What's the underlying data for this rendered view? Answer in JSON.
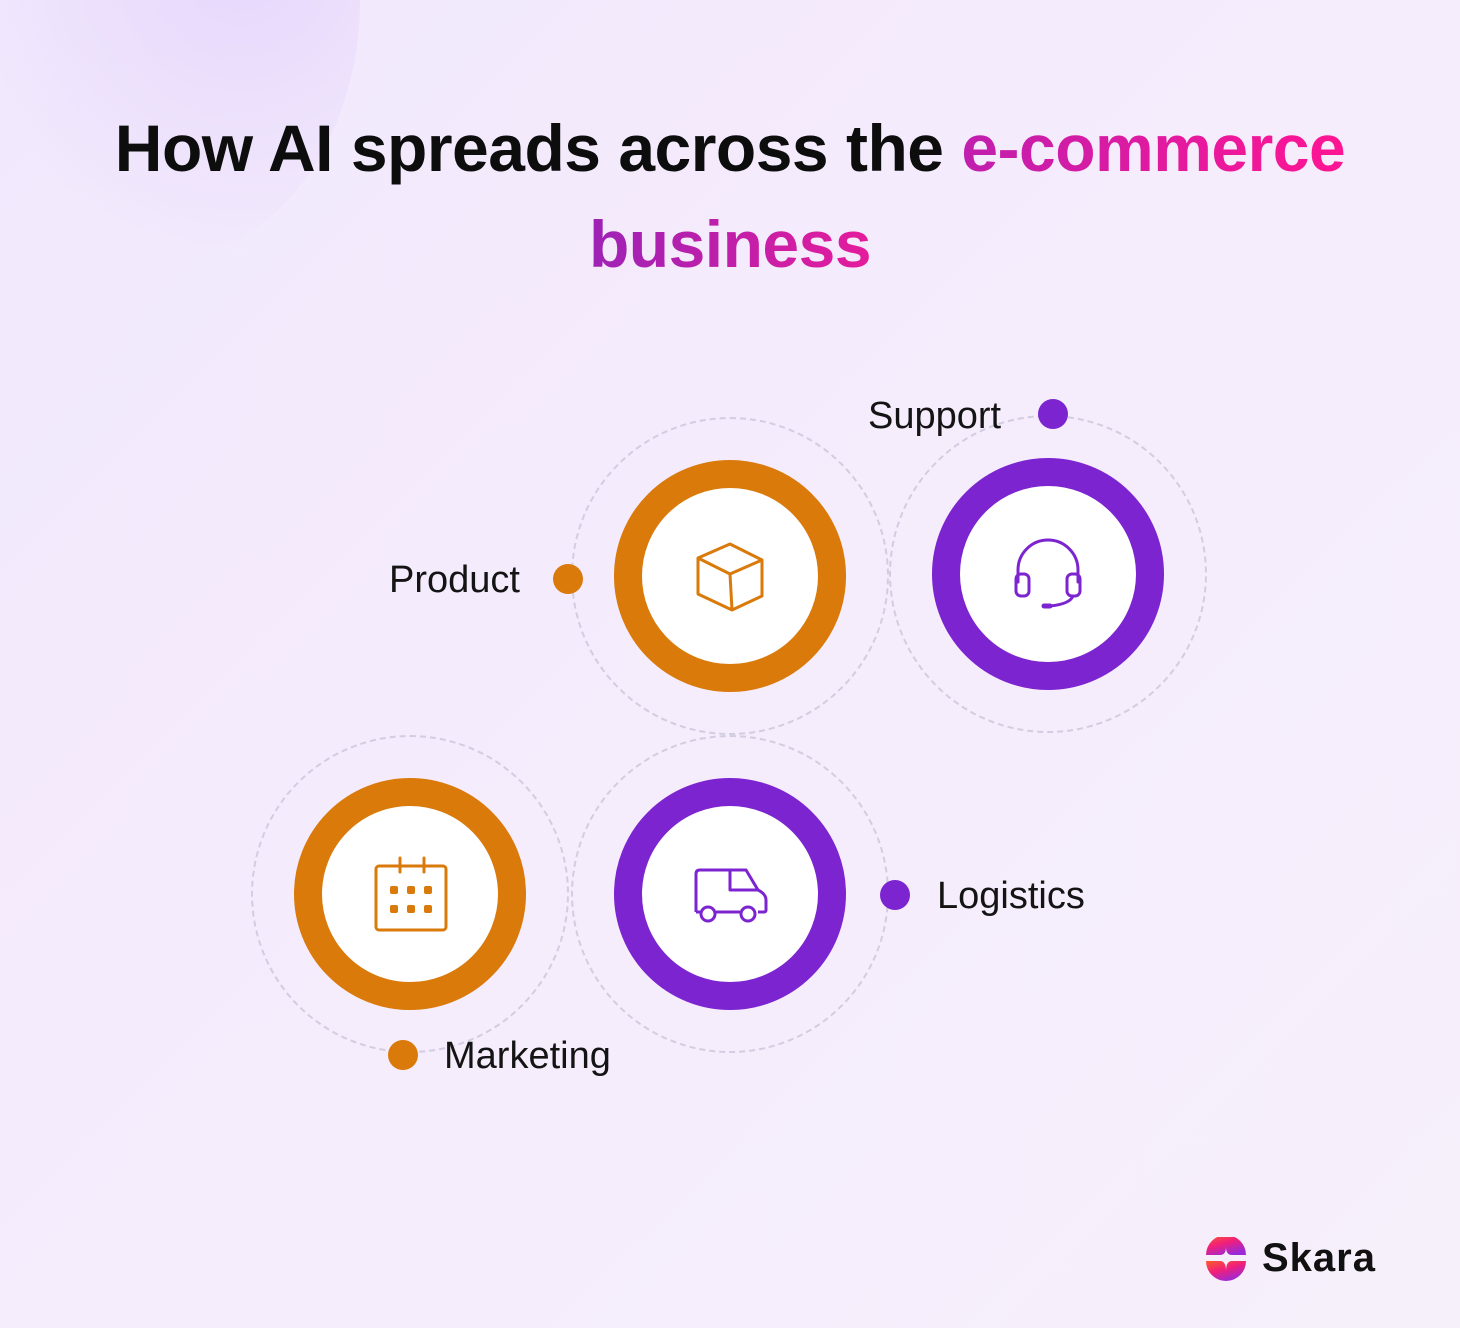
{
  "title": {
    "part1": "How AI spreads across the ",
    "part2_highlight": "e-commerce",
    "part3_highlight": "business"
  },
  "colors": {
    "orange": "#d97a0a",
    "purple": "#7c24d0",
    "title_gradient_start": "#c01fae",
    "title_gradient_end": "#ff1593",
    "background": "#f3eafc"
  },
  "nodes": [
    {
      "id": "product",
      "label": "Product",
      "icon": "box-icon",
      "color": "orange"
    },
    {
      "id": "support",
      "label": "Support",
      "icon": "headset-icon",
      "color": "purple"
    },
    {
      "id": "marketing",
      "label": "Marketing",
      "icon": "calendar-icon",
      "color": "orange"
    },
    {
      "id": "logistics",
      "label": "Logistics",
      "icon": "delivery-van-icon",
      "color": "purple"
    }
  ],
  "brand": {
    "name": "Skara",
    "icon": "skara-logo-icon"
  }
}
